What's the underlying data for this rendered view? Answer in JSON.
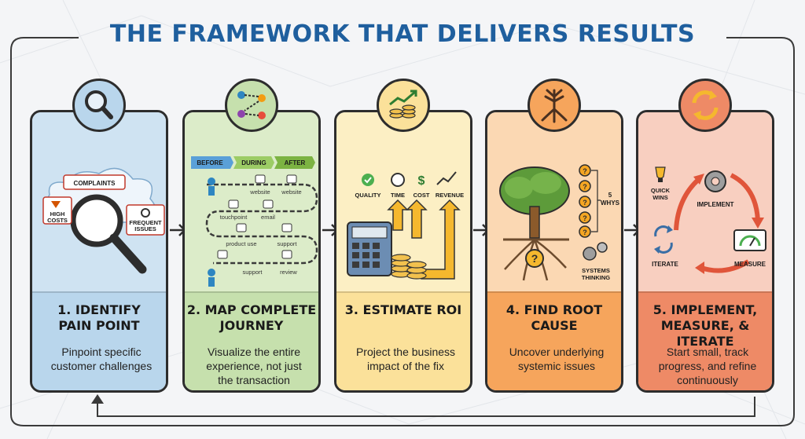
{
  "title": "THE FRAMEWORK THAT DELIVERS RESULTS",
  "steps": [
    {
      "title_line1": "1. IDENTIFY",
      "title_line2": "PAIN POINT",
      "desc_line1": "Pinpoint specific",
      "desc_line2": "customer challenges",
      "desc_line3": "",
      "labels": {
        "complaints": "COMPLAINTS",
        "high": "HIGH",
        "costs": "COSTS",
        "frequent": "FREQUENT",
        "issues": "ISSUES"
      }
    },
    {
      "title_line1": "2. MAP COMPLETE",
      "title_line2": "JOURNEY",
      "desc_line1": "Visualize the entire",
      "desc_line2": "experience, not just",
      "desc_line3": "the transaction",
      "labels": {
        "before": "BEFORE",
        "during": "DURING",
        "after": "AFTER",
        "website1": "website",
        "website2": "website",
        "touchpoint": "touchpoint",
        "email": "email",
        "product_use": "product use",
        "support1": "support",
        "support2": "support",
        "review": "review"
      }
    },
    {
      "title_line1": "3. ESTIMATE ROI",
      "title_line2": "",
      "desc_line1": "Project the business",
      "desc_line2": "impact of the fix",
      "desc_line3": "",
      "labels": {
        "quality": "QUALITY",
        "time": "TIME",
        "cost": "COST",
        "revenue": "REVENUE"
      }
    },
    {
      "title_line1": "4. FIND ROOT",
      "title_line2": "CAUSE",
      "desc_line1": "Uncover underlying",
      "desc_line2": "systemic issues",
      "desc_line3": "",
      "labels": {
        "five": "5",
        "whys": "WHYS",
        "systems": "SYSTEMS",
        "thinking": "THINKING"
      }
    },
    {
      "title_line1": "5. IMPLEMENT,",
      "title_line2": "MEASURE, & ITERATE",
      "desc_line1": "Start small, track",
      "desc_line2": "progress, and refine",
      "desc_line3": "continuously",
      "labels": {
        "quick": "QUICK",
        "wins": "WINS",
        "implement": "IMPLEMENT",
        "iterate": "ITERATE",
        "measure": "MEASURE"
      }
    }
  ],
  "colors": {
    "title": "#1f5f9e",
    "card1": "#cfe3f2",
    "card1_low": "#b9d6ec",
    "card2": "#dcecc9",
    "card2_low": "#c6e0ad",
    "card3": "#fcefc4",
    "card3_low": "#fbe19a",
    "card4": "#fbd8b3",
    "card4_low": "#f6a55c",
    "card5": "#f8cfc0",
    "card5_low": "#ee8a66",
    "outline": "#2d2d2d"
  }
}
